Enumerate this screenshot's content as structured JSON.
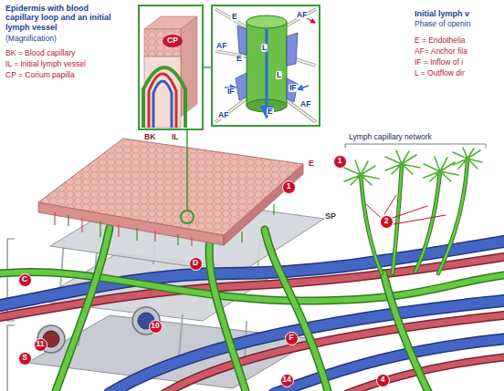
{
  "diagram": {
    "title": "Epidermis with blood capillary loop and an initial lymph vessel",
    "nodes": [
      {
        "text": [
          "BK",
          "IL"
        ]
      },
      {
        "text": [
          "CP"
        ],
        "in": 0
      },
      {
        "text": [
          "E",
          "AF",
          "AF",
          "E",
          "L",
          "L",
          "IF",
          "IF",
          "E",
          "AF",
          "AF"
        ]
      },
      {
        "text": [
          "1"
        ]
      },
      {
        "text": [
          "1"
        ]
      },
      {
        "text": [
          "2"
        ]
      },
      {
        "text": [
          "D"
        ]
      },
      {
        "text": [
          "C"
        ]
      },
      {
        "text": [
          "10"
        ]
      },
      {
        "text": [
          "F"
        ]
      },
      {
        "text": [
          "11"
        ]
      },
      {
        "text": [
          "S"
        ]
      },
      {
        "text": [
          "14"
        ]
      },
      {
        "text": [
          "4"
        ]
      }
    ],
    "labels": [
      "(Magnification)",
      "Initial lymph v",
      "Phase of openin",
      "Lymph capillary network",
      "E",
      "SP"
    ],
    "legend": [
      {
        "text": "BK = Blood capillary"
      },
      {
        "text": "IL = Initial lymph vessel"
      },
      {
        "text": "CP = Corium papilla"
      },
      {
        "text": "E = Endothelia"
      },
      {
        "text": "AF= Anchor fila"
      },
      {
        "text": "IF = Inflow of i"
      },
      {
        "text": "L = Outflow dir"
      }
    ]
  }
}
